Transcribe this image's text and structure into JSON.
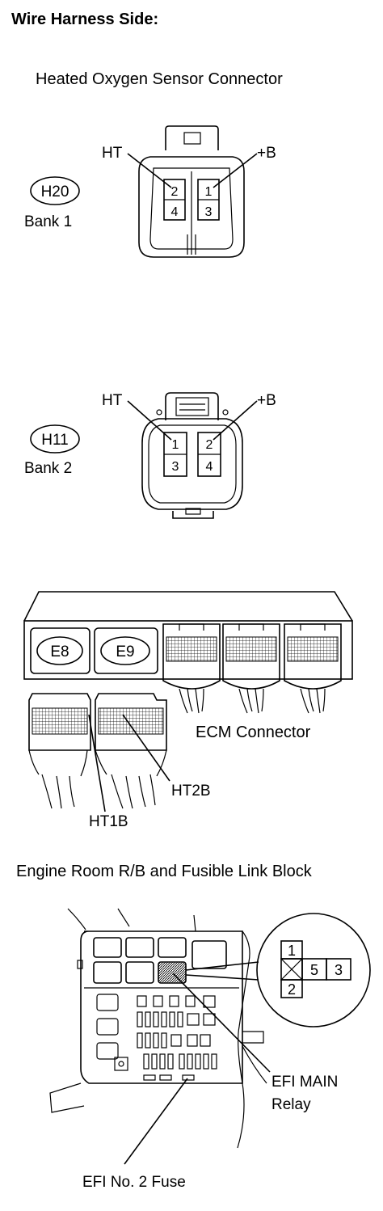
{
  "title": "Wire Harness Side:",
  "o2_section_title": "Heated Oxygen Sensor Connector",
  "bank1": {
    "code": "H20",
    "label": "Bank 1",
    "left_label": "HT",
    "right_label": "+B",
    "pins": [
      "2",
      "1",
      "4",
      "3"
    ]
  },
  "bank2": {
    "code": "H11",
    "label": "Bank 2",
    "left_label": "HT",
    "right_label": "+B",
    "pins": [
      "1",
      "2",
      "3",
      "4"
    ]
  },
  "ecm": {
    "connector_a": "E8",
    "connector_b": "E9",
    "label": "ECM Connector",
    "pin_ht1b": "HT1B",
    "pin_ht2b": "HT2B"
  },
  "relay_block": {
    "title": "Engine Room R/B and Fusible Link Block",
    "relay_terminals": [
      "1",
      "5",
      "3",
      "2"
    ],
    "relay_label_line1": "EFI MAIN",
    "relay_label_line2": "Relay",
    "fuse_label": "EFI No. 2 Fuse"
  }
}
